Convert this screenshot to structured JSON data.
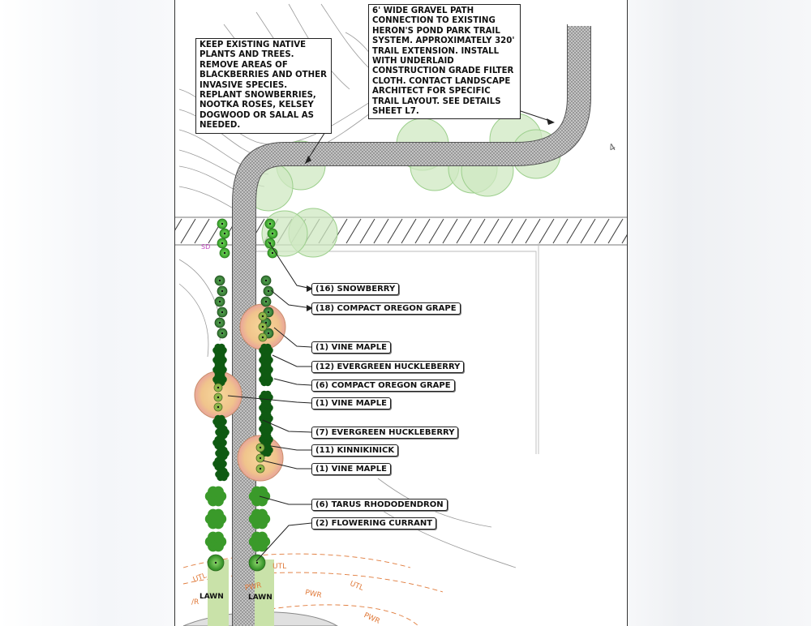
{
  "notes": {
    "native_plants": "KEEP EXISTING NATIVE PLANTS AND TREES. REMOVE AREAS OF BLACKBERRIES AND OTHER INVASIVE SPECIES. REPLANT SNOWBERRIES, NOOTKA ROSES, KELSEY DOGWOOD OR SALAL AS NEEDED.",
    "gravel_path": "6' WIDE GRAVEL PATH CONNECTION TO EXISTING HERON'S POND PARK TRAIL SYSTEM. APPROXIMATELY 320' TRAIL EXTENSION. INSTALL WITH UNDERLAID CONSTRUCTION GRADE FILTER CLOTH. CONTACT LANDSCAPE ARCHITECT FOR SPECIFIC TRAIL LAYOUT. SEE DETAILS SHEET L7."
  },
  "plant_labels": [
    "(16) SNOWBERRY",
    "(18) COMPACT OREGON GRAPE",
    "(1) VINE MAPLE",
    "(12) EVERGREEN HUCKLEBERRY",
    "(6) COMPACT OREGON GRAPE",
    "(1) VINE MAPLE",
    "(7) EVERGREEN HUCKLEBERRY",
    "(11) KINNIKINICK",
    "(1) VINE MAPLE",
    "(6) TARUS RHODODENDRON",
    "(2) FLOWERING CURRANT"
  ],
  "map_text": {
    "lawn_left": "LAWN",
    "lawn_right": "LAWN",
    "utl_1": "UTL",
    "utl_2": "UTL",
    "utl_3": "UTL",
    "pwr_1": "PWR",
    "pwr_2": "PWR",
    "pwr_3": "PWR",
    "sd": "SD",
    "contour_4": "4",
    "r_mark": "/R"
  },
  "colors": {
    "path_fill": "#b9b9b9",
    "tree_canopy": "#cfe8c2",
    "vine_maple": "#f1c98c",
    "snowberry": "#4fbf3e",
    "huckleberry": "#0f5a12",
    "rhododendron": "#3a9a2a",
    "utility_line": "#e07a3a"
  }
}
